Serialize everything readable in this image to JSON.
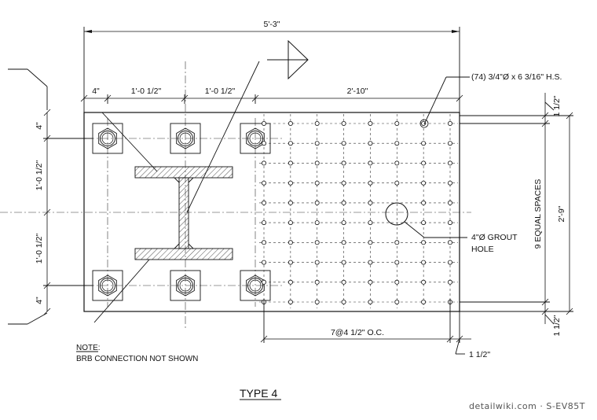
{
  "dimensions": {
    "overall_width": "5'-3\"",
    "top_seg_1": "4\"",
    "top_seg_2": "1'-0 1/2\"",
    "top_seg_3": "1'-0 1/2\"",
    "top_seg_4": "2'-10\"",
    "left_seg_1": "4\"",
    "left_seg_2": "1'-0 1/2\"",
    "left_seg_3": "1'-0 1/2\"",
    "left_seg_4": "4\"",
    "right_overall": "2'-9\"",
    "right_spaces": "9 EQUAL SPACES",
    "right_top_edge": "1 1/2\"",
    "right_bottom_edge": "1 1/2\"",
    "bottom_spacing": "7@4 1/2\" O.C.",
    "bottom_edge": "1 1/2\""
  },
  "callouts": {
    "holes": "(74) 3/4\"Ø x 6 3/16\" H.S.",
    "grout_line_1": "4\"Ø GROUT",
    "grout_line_2": "HOLE"
  },
  "notes": {
    "heading": "NOTE:",
    "text": "BRB CONNECTION NOT SHOWN"
  },
  "title": "TYPE 4",
  "watermark": "detailwiki.com · S-EV85T"
}
